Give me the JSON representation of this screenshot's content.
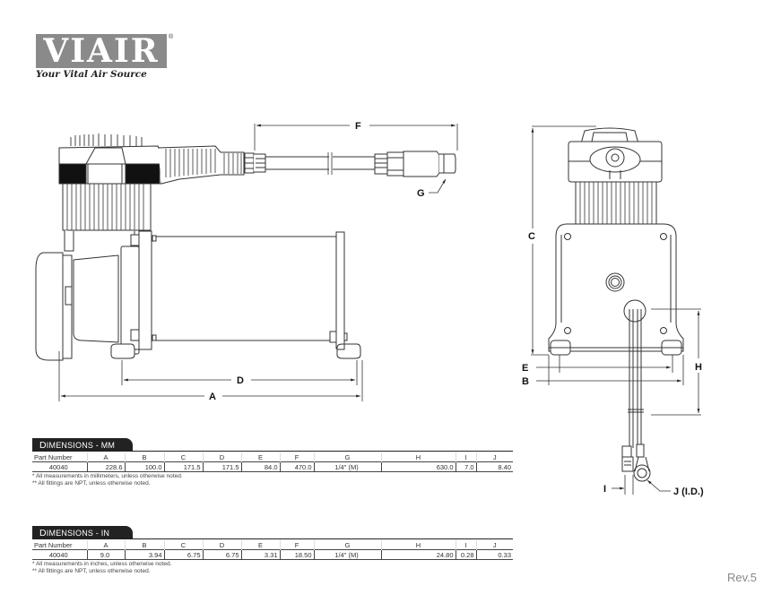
{
  "logo": {
    "brand": "VIAIR",
    "registered": "®",
    "tagline": "Your Vital Air Source"
  },
  "drawing": {
    "side_view_labels": {
      "A": "A",
      "D": "D",
      "F": "F",
      "G": "G"
    },
    "end_view_labels": {
      "B": "B",
      "C": "C",
      "E": "E",
      "H": "H",
      "I": "I",
      "J": "J (I.D.)"
    }
  },
  "tables": {
    "mm": {
      "title_prefix": "D",
      "title_rest": "IMENSIONS - MM",
      "headers": [
        "Part Number",
        "A",
        "B",
        "C",
        "D",
        "E",
        "F",
        "G",
        "H",
        "I",
        "J"
      ],
      "row": [
        "40040",
        "228.6",
        "100.0",
        "171.5",
        "171.5",
        "84.0",
        "470.0",
        "1/4\" (M)",
        "630.0",
        "7.0",
        "8.40"
      ],
      "notes": [
        "* All measurements in millimeters, unless otherwise noted.",
        "** All fittings are NPT, unless otherwise noted."
      ]
    },
    "in": {
      "title_prefix": "D",
      "title_rest": "IMENSIONS - IN",
      "headers": [
        "Part Number",
        "A",
        "B",
        "C",
        "D",
        "E",
        "F",
        "G",
        "H",
        "I",
        "J"
      ],
      "row": [
        "40040",
        "9.0",
        "3.94",
        "6.75",
        "6.75",
        "3.31",
        "18.50",
        "1/4\" (M)",
        "24.80",
        "0.28",
        "0.33"
      ],
      "notes": [
        "* All measurements in inches, unless otherwise noted.",
        "** All fittings are NPT, unless otherwise noted."
      ]
    }
  },
  "revision": "Rev.5"
}
